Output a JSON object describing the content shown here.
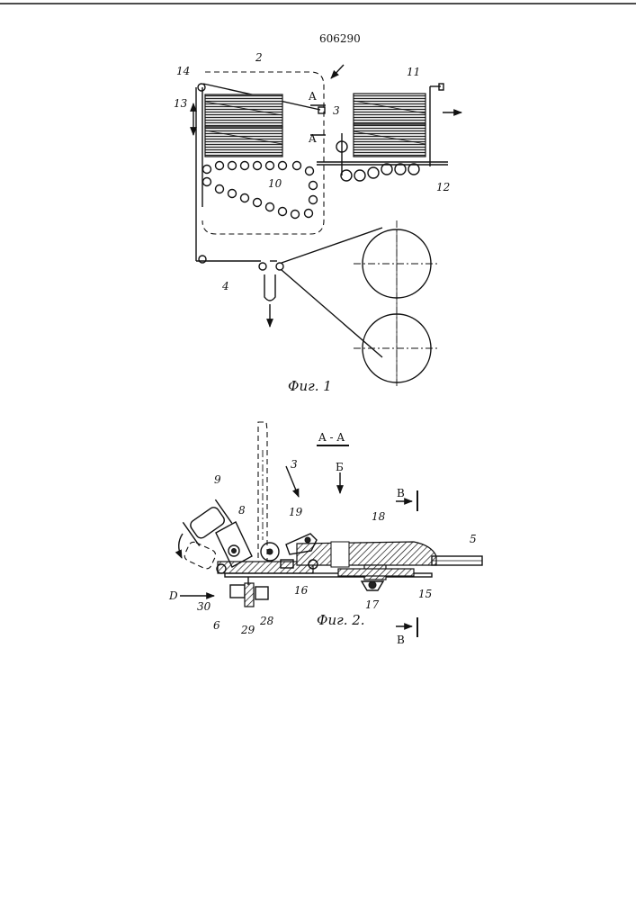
{
  "patent_number": "606290",
  "figures": [
    {
      "caption": "Фиг. 1",
      "labels": [
        "2",
        "14",
        "13",
        "3",
        "A",
        "A",
        "11",
        "10",
        "12",
        "4"
      ]
    },
    {
      "caption": "Фиг. 2.",
      "section_title": "A - A",
      "labels": [
        "9",
        "8",
        "3",
        "Б",
        "В",
        "В",
        "19",
        "18",
        "5",
        "16",
        "15",
        "17",
        "30",
        "6",
        "29",
        "28",
        "D"
      ]
    }
  ],
  "fig1": {
    "label_2": "2",
    "label_14": "14",
    "label_13": "13",
    "label_3": "3",
    "label_a_top": "A",
    "label_a_bottom": "A",
    "label_11": "11",
    "label_10": "10",
    "label_12": "12",
    "label_4": "4",
    "caption": "Фиг. 1"
  },
  "fig2": {
    "section_title": "A - A",
    "label_9": "9",
    "label_8": "8",
    "label_3": "3",
    "label_b": "Б",
    "label_v_top": "В",
    "label_v_bottom": "В",
    "label_19": "19",
    "label_18": "18",
    "label_5": "5",
    "label_16": "16",
    "label_15": "15",
    "label_17": "17",
    "label_30": "30",
    "label_6": "6",
    "label_29": "29",
    "label_28": "28",
    "label_d": "D",
    "caption": "Фиг. 2."
  }
}
